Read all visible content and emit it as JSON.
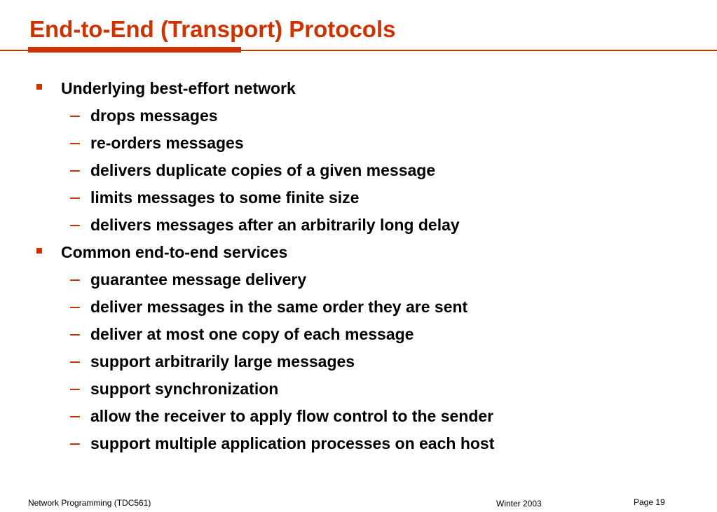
{
  "slide": {
    "title": "End-to-End (Transport) Protocols",
    "accent_color": "#cc3300"
  },
  "sections": [
    {
      "heading": "Underlying best-effort network",
      "items": [
        "drops messages",
        "re-orders messages",
        "delivers duplicate copies of a given message",
        "limits messages to some finite size",
        "delivers messages after an arbitrarily long delay"
      ]
    },
    {
      "heading": "Common end-to-end services",
      "items": [
        "guarantee message delivery",
        "deliver messages in the same order they are sent",
        "deliver at most one copy of each message",
        "support arbitrarily large messages",
        "support synchronization",
        "allow the receiver to apply flow control to the sender",
        "support multiple application processes on each host"
      ]
    }
  ],
  "footer": {
    "course": "Network Programming (TDC561)",
    "term": "Winter 2003",
    "page": "Page 19"
  }
}
